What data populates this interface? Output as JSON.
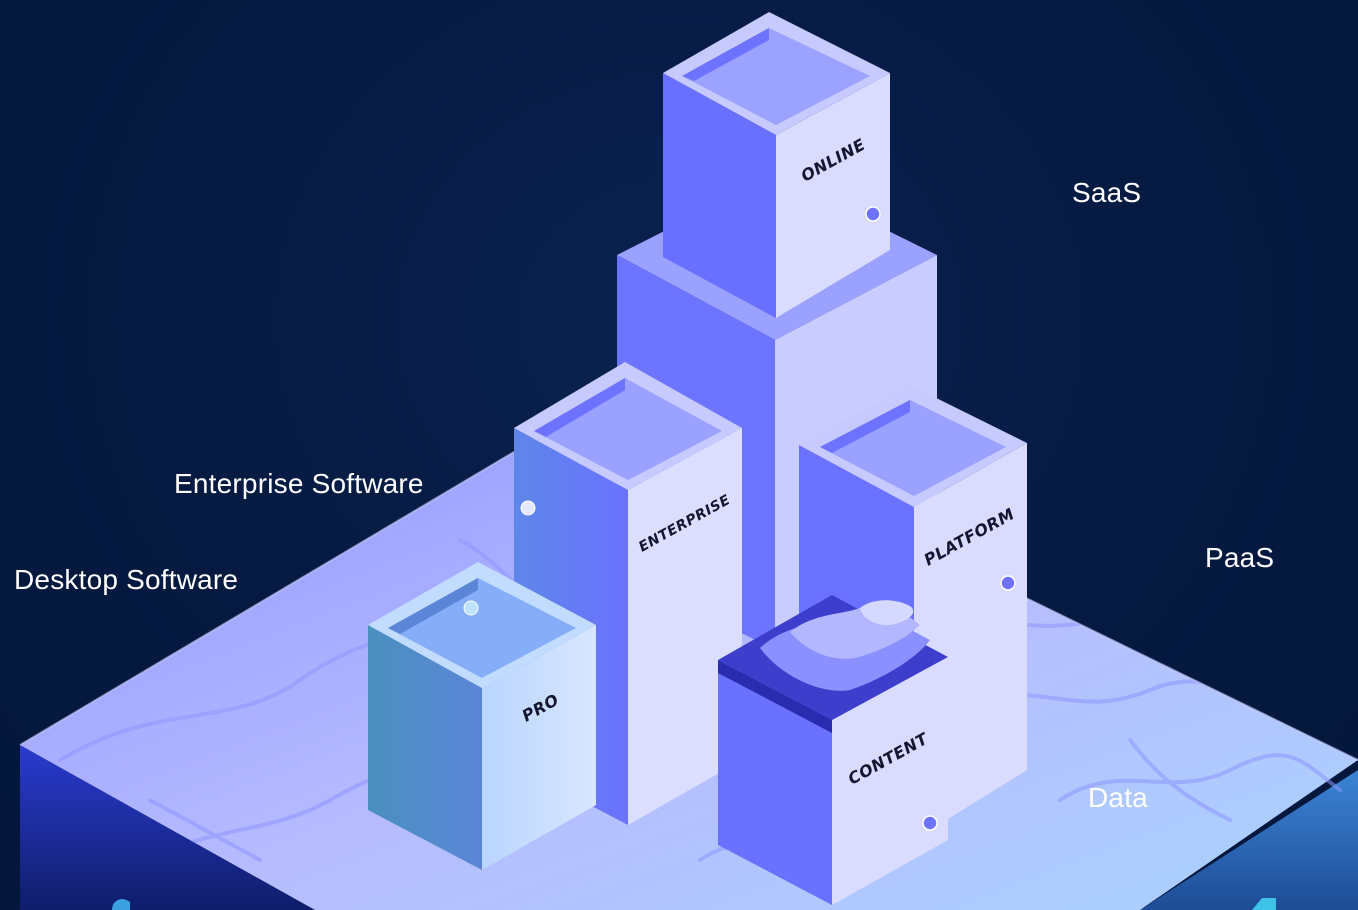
{
  "blocks": {
    "online": "ONLINE",
    "enterprise": "ENTERPRISE",
    "platform": "PLATFORM",
    "pro": "PRO",
    "content": "CONTENT"
  },
  "callouts": {
    "saas": "SaaS",
    "enterprise_software": "Enterprise Software",
    "desktop_software": "Desktop Software",
    "paas": "PaaS",
    "data": "Data"
  },
  "colors": {
    "background": "#05183a",
    "floor": "#aab3ff",
    "block_front": "#6b72ff",
    "block_side": "#d9dcff",
    "block_top": "#9aa2ff",
    "pro_front": "#4f93c9",
    "accent_dot": "#6d73ff",
    "callout_line": "#5d6cff"
  }
}
